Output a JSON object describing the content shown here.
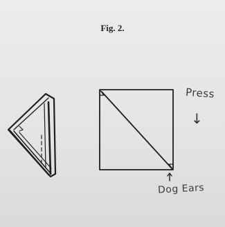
{
  "figure": {
    "title": "Fig. 2."
  },
  "annotations": {
    "press": "Press",
    "press_arrow": "↓",
    "dog_ears": "Dog Ears"
  },
  "colors": {
    "paper": "#e9e7e5",
    "ink": "#1e1e1e"
  }
}
